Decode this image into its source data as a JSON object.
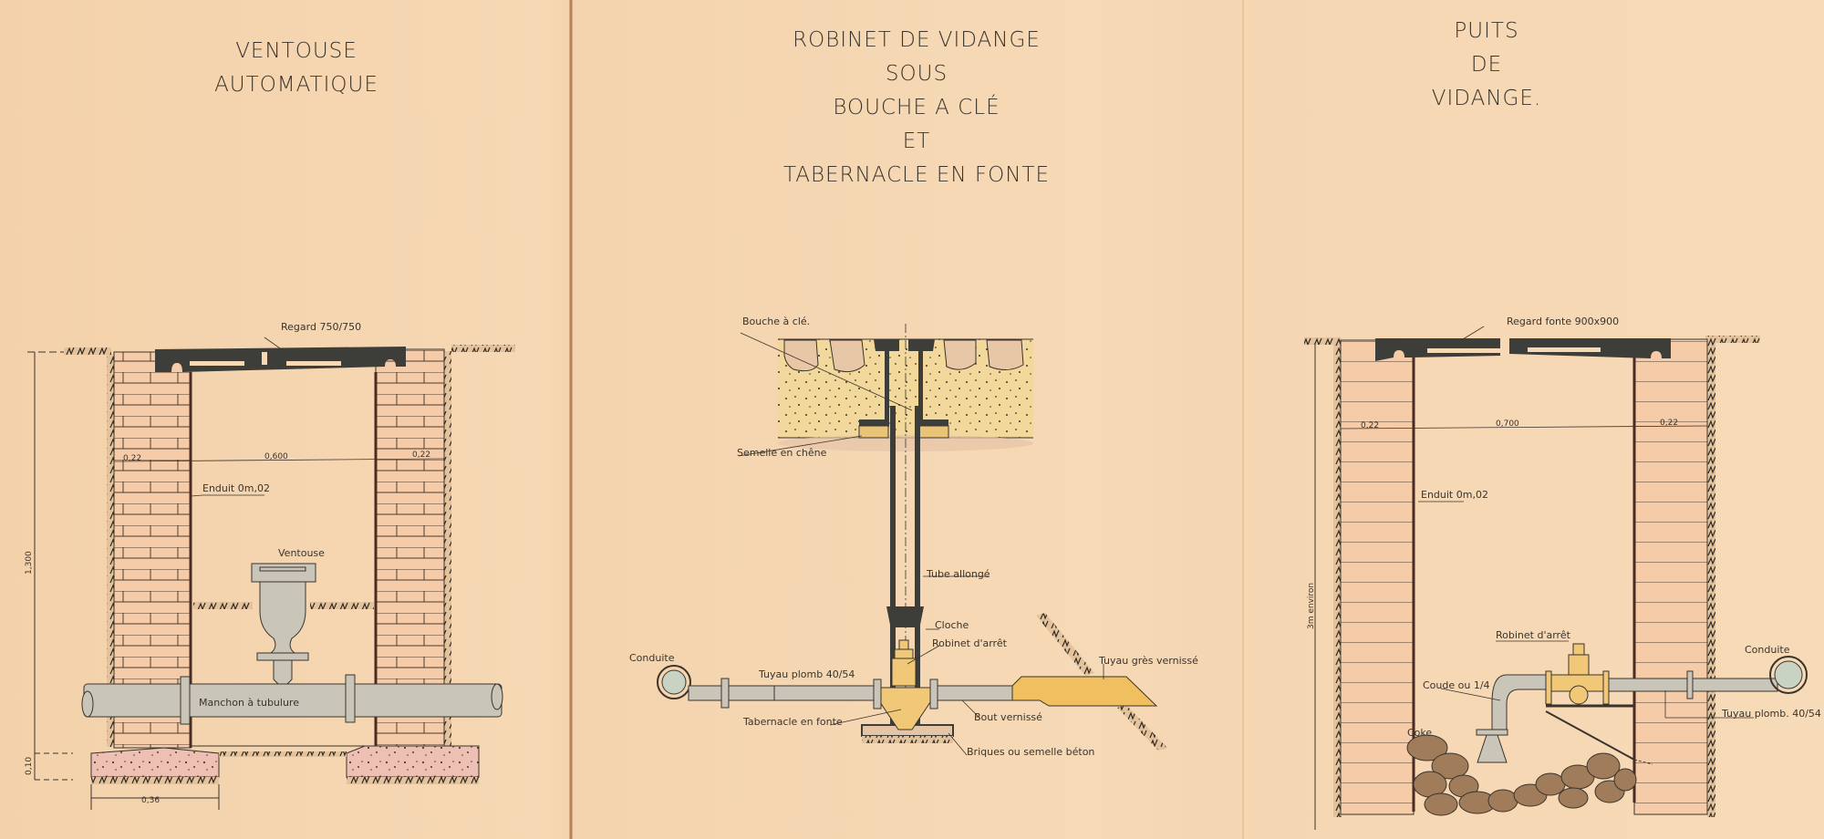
{
  "panels": [
    {
      "id": "ventouse",
      "title_lines": [
        "VENTOUSE",
        "AUTOMATIQUE"
      ],
      "labels": {
        "regard": "Regard 750/750",
        "wall_left": "0,22",
        "inner_width": "0,600",
        "wall_right": "0,22",
        "enduit": "Enduit 0m,02",
        "ventouse": "Ventouse",
        "manchon": "Manchon à tubulure",
        "height": "1,300",
        "footing_height": "0,10",
        "footing_width": "0,36"
      }
    },
    {
      "id": "robinet",
      "title_lines": [
        "ROBINET DE VIDANGE",
        "SOUS",
        "BOUCHE A CLÉ",
        "ET",
        "TABERNACLE EN FONTE"
      ],
      "labels": {
        "bouche": "Bouche à clé.",
        "semelle": "Semelle en chêne",
        "tube": "Tube allongé",
        "cloche": "Cloche",
        "robinet": "Robinet d'arrêt",
        "conduite": "Conduite",
        "tuyau_plomb": "Tuyau plomb 40/54",
        "tuyau_gres": "Tuyau grès vernissé",
        "tabernacle": "Tabernacle en fonte",
        "bout": "Bout vernissé",
        "briques": "Briques ou semelle béton"
      }
    },
    {
      "id": "puits",
      "title_lines": [
        "PUITS",
        "DE",
        "VIDANGE."
      ],
      "labels": {
        "regard": "Regard fonte 900x900",
        "wall_left": "0,22",
        "inner_width": "0,700",
        "wall_right": "0,22",
        "enduit": "Enduit 0m,02",
        "height": "3m environ",
        "robinet": "Robinet d'arrêt",
        "conduite": "Conduite",
        "coude": "Coude ou 1/4",
        "tuyau_plomb": "Tuyau plomb. 40/54",
        "coke": "Coke"
      }
    }
  ],
  "colors": {
    "paper": "#f5d6b0",
    "ink": "#3a342c",
    "cast_iron": "#3d3d3a",
    "pipe_grey": "#c9c5b8",
    "brass": "#f0c878",
    "sand": "#f3d79a",
    "brick": "#f6c9a6",
    "concrete_pink": "#eec0b4",
    "coke": "#9c7a58"
  }
}
